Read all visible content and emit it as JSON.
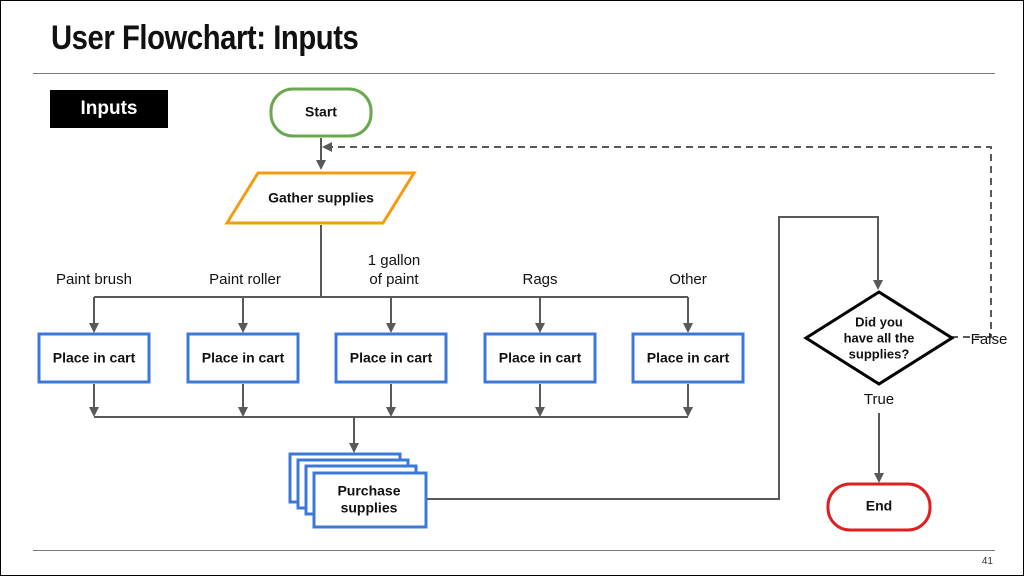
{
  "slide": {
    "title": "User Flowchart: Inputs",
    "section_label": "Inputs",
    "page_number": "41"
  },
  "flowchart": {
    "start": "Start",
    "gather": "Gather supplies",
    "item_labels": [
      "Paint brush",
      "Paint roller",
      "1 gallon",
      "of paint",
      "Rags",
      "Other"
    ],
    "cart_label": "Place in cart",
    "purchase": [
      "Purchase",
      "supplies"
    ],
    "decision": [
      "Did you",
      "have all the",
      "supplies?"
    ],
    "true_label": "True",
    "false_label": "False",
    "end": "End"
  },
  "colors": {
    "start_border": "#6aa84f",
    "gather_border": "#f39c12",
    "cart_border": "#3c78d8",
    "end_border": "#e02020",
    "connector": "#595959"
  }
}
